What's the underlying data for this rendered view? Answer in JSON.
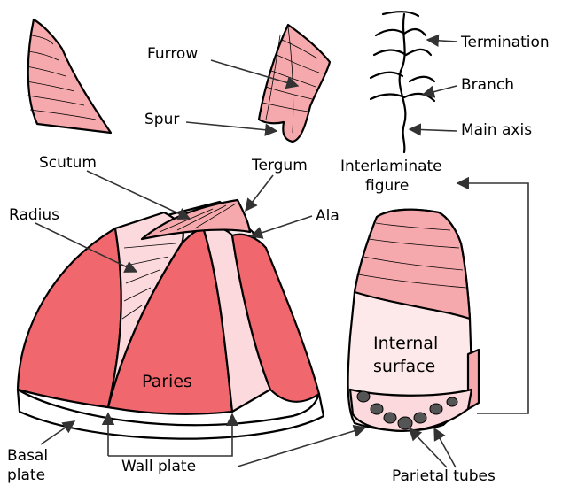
{
  "labels": {
    "scutum": "Scutum",
    "furrow": "Furrow",
    "spur": "Spur",
    "tergum": "Tergum",
    "termination": "Termination",
    "branch": "Branch",
    "main_axis": "Main axis",
    "interlaminate_1": "Interlaminate",
    "interlaminate_2": "figure",
    "radius": "Radius",
    "ala": "Ala",
    "paries": "Paries",
    "internal_1": "Internal",
    "internal_2": "surface",
    "basal_1": "Basal",
    "basal_2": "plate",
    "wall_plate": "Wall plate",
    "parietal_tubes": "Parietal tubes"
  },
  "colors": {
    "paries_fill": "#f0686e",
    "plate_fill": "#f6a9ad",
    "light_fill": "#fbd9dc",
    "pale_fill": "#fde9ea",
    "tube_fill": "#555555",
    "arrow": "#333333"
  }
}
